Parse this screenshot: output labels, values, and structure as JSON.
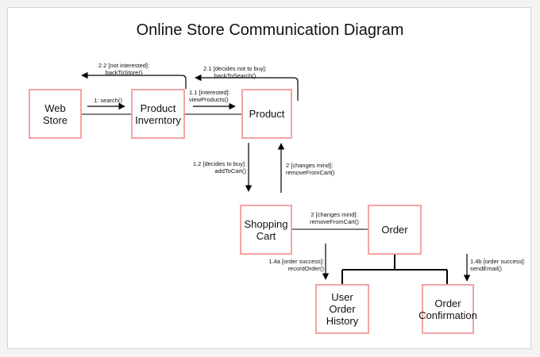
{
  "diagram": {
    "title": "Online Store Communication Diagram",
    "nodes": {
      "web_store": "Web\nStore",
      "product_inventory": "Product\nInverntory",
      "product": "Product",
      "shopping_cart": "Shopping\nCart",
      "order": "Order",
      "user_order_history": "User Order\nHistory",
      "order_confirmation": "Order\nConfirmation"
    },
    "messages": {
      "m_search": "1: search()",
      "m_view_products": "1.1 [interested]:\nviewProducts()",
      "m_back_to_store": "2.2 [not interested]:\nbackToStore()",
      "m_back_to_search": "2.1 [decides not to buy]:\nbackToSearch()",
      "m_add_to_cart": "1.2 [decides to buy]:\naddToCart()",
      "m_remove_from_cart_up": "2 [changes mind]:\nremoveFromCart()",
      "m_remove_from_cart_side": "2 [changes mind]:\nremoveFromCart()",
      "m_record_order": "1.4a [order success]:\nrecordOrder()",
      "m_send_email": "1.4b [order success]:\nsendEmail()"
    },
    "colors": {
      "node_border": "#f4a3a3",
      "line": "#000000",
      "canvas_border": "#d4d4d4"
    }
  }
}
